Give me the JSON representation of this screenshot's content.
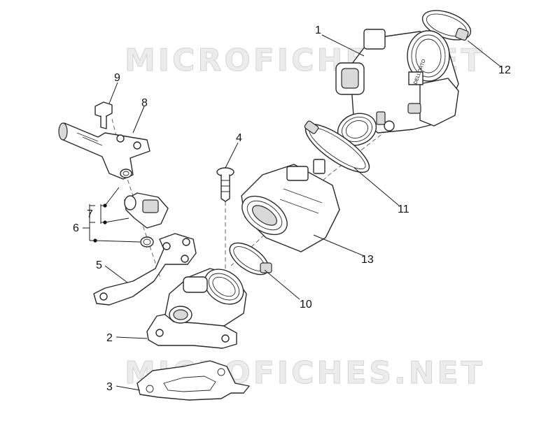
{
  "watermark": "MICROFICHES.NET",
  "callouts": [
    {
      "id": "1",
      "label": "1"
    },
    {
      "id": "2",
      "label": "2"
    },
    {
      "id": "3",
      "label": "3"
    },
    {
      "id": "4",
      "label": "4"
    },
    {
      "id": "5",
      "label": "5"
    },
    {
      "id": "6",
      "label": "6"
    },
    {
      "id": "7",
      "label": "7"
    },
    {
      "id": "8",
      "label": "8"
    },
    {
      "id": "9",
      "label": "9"
    },
    {
      "id": "10",
      "label": "10"
    },
    {
      "id": "11",
      "label": "11"
    },
    {
      "id": "12",
      "label": "12"
    },
    {
      "id": "13",
      "label": "13"
    }
  ],
  "brand_mark": "DELLORTO"
}
